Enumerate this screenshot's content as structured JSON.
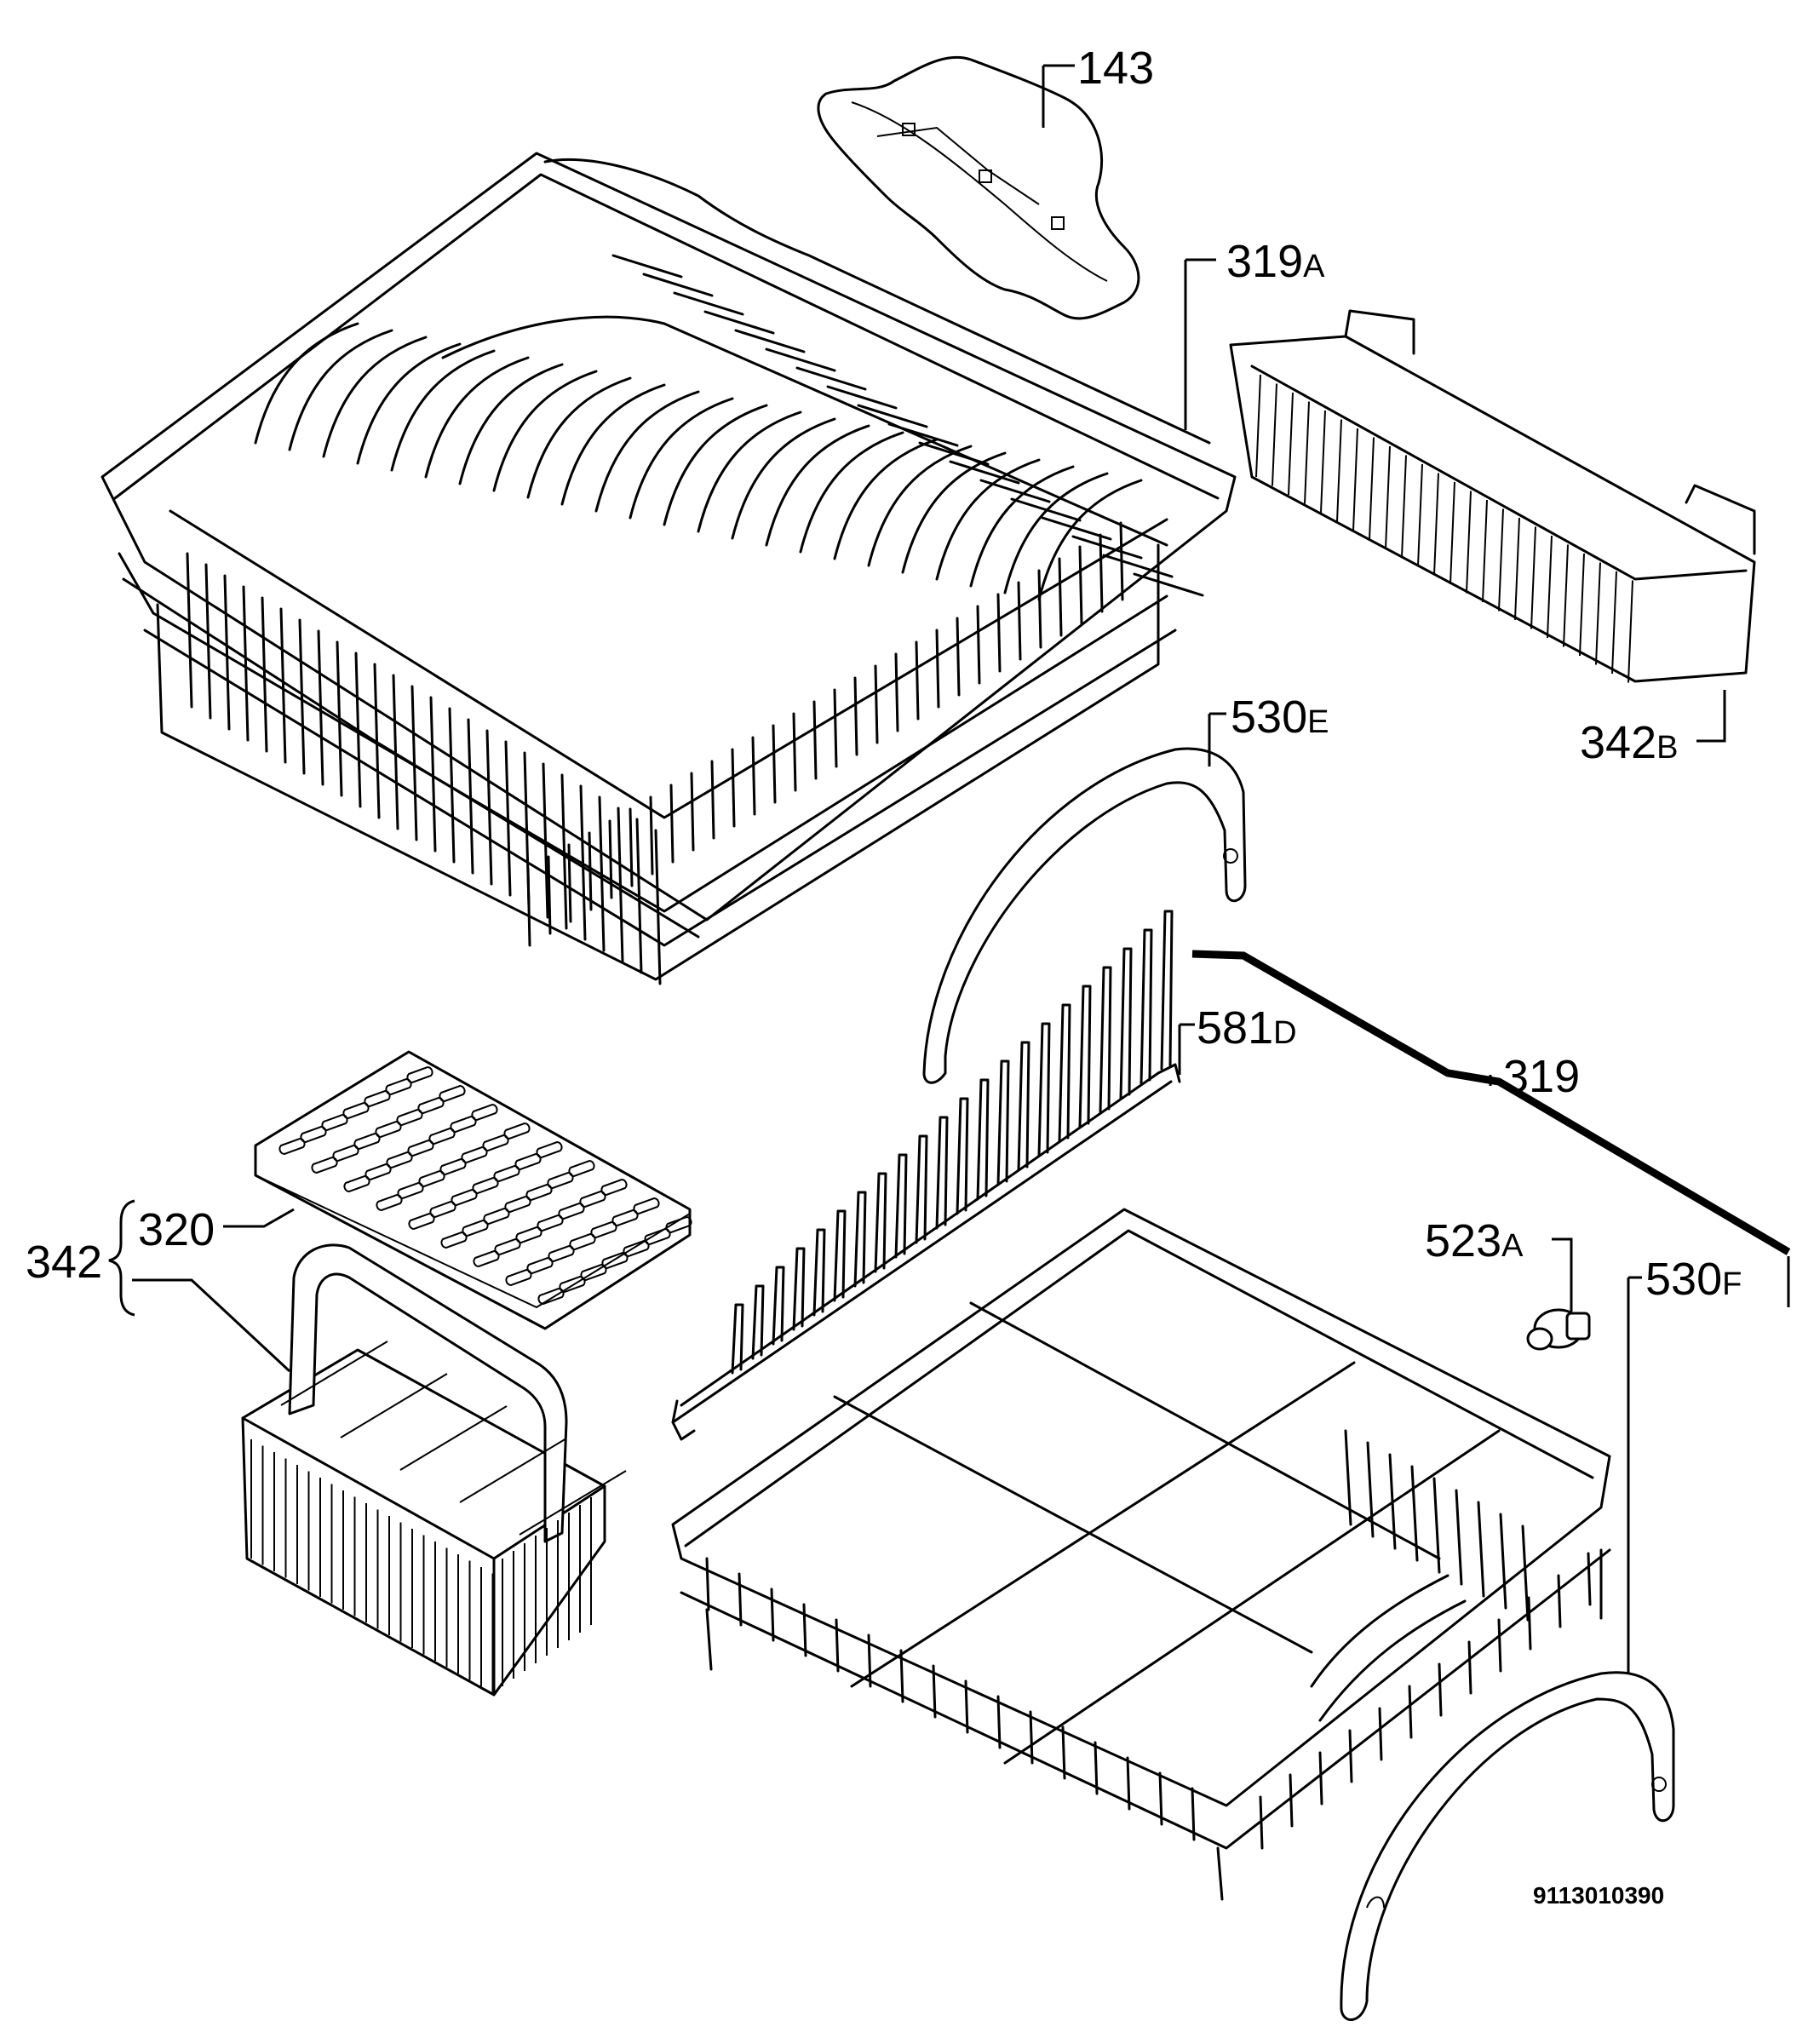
{
  "drawing_code": "9113010390",
  "callouts": [
    {
      "id": "143",
      "text": "143",
      "suffix": ""
    },
    {
      "id": "319A",
      "text": "319",
      "suffix": "A"
    },
    {
      "id": "342B",
      "text": "342",
      "suffix": "B"
    },
    {
      "id": "530E",
      "text": "530",
      "suffix": "E"
    },
    {
      "id": "581D",
      "text": "581",
      "suffix": "D"
    },
    {
      "id": "319",
      "text": "319",
      "suffix": ""
    },
    {
      "id": "523A",
      "text": "523",
      "suffix": "A"
    },
    {
      "id": "530F",
      "text": "530",
      "suffix": "F"
    },
    {
      "id": "320",
      "text": "320",
      "suffix": ""
    },
    {
      "id": "342",
      "text": "342",
      "suffix": ""
    }
  ],
  "colors": {
    "line": "#000000",
    "background": "#ffffff"
  }
}
